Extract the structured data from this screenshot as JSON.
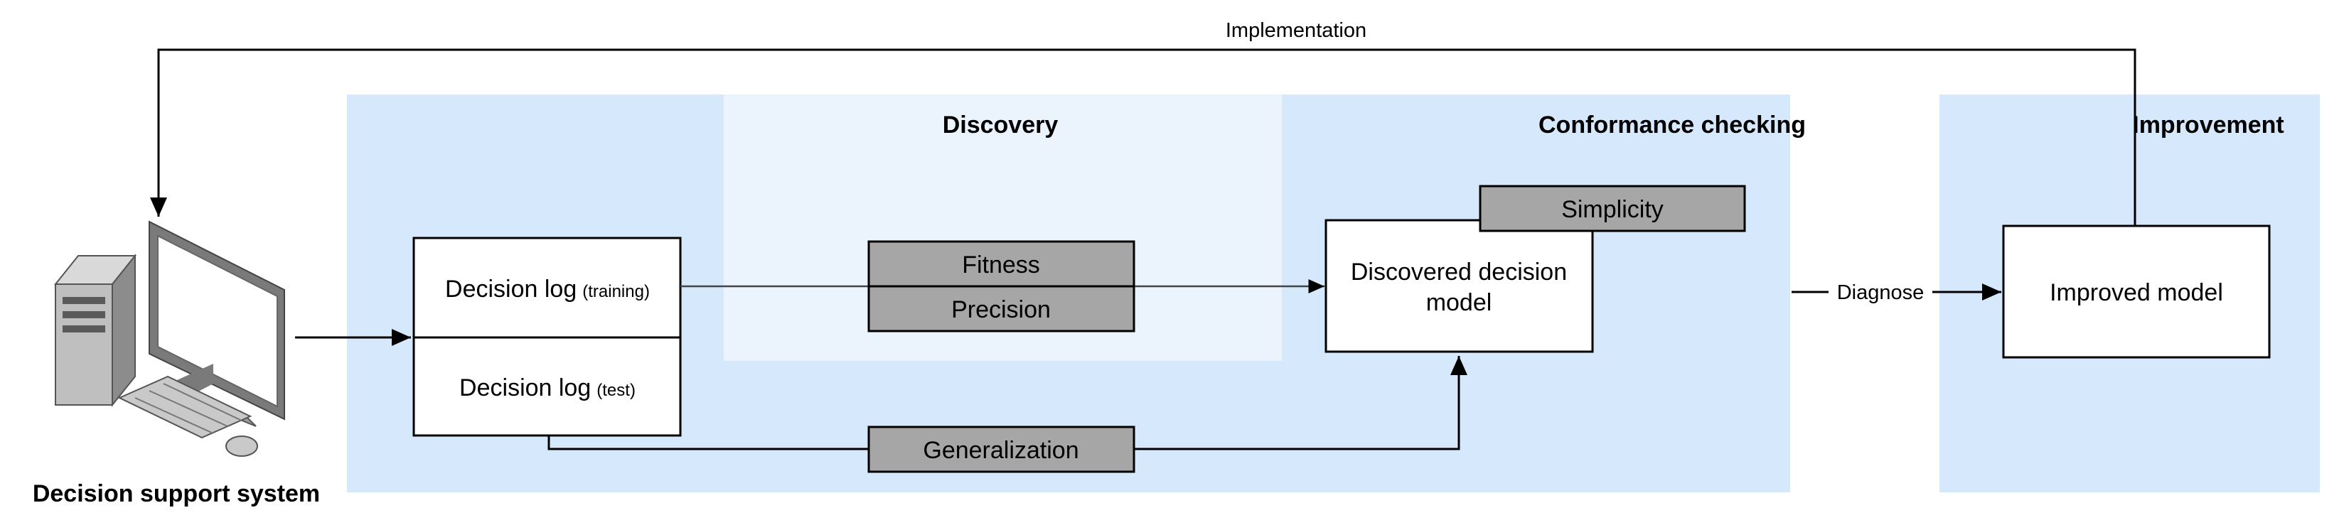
{
  "implementation_label": "Implementation",
  "diagnose_label": "Diagnose",
  "system_label": "Decision support system",
  "regions": {
    "discovery": "Discovery",
    "conformance": "Conformance checking",
    "improvement": "Improvement"
  },
  "logs": {
    "training_main": "Decision log",
    "training_suffix": "(training)",
    "test_main": "Decision log",
    "test_suffix": "(test)"
  },
  "metrics": {
    "fitness": "Fitness",
    "precision": "Precision",
    "simplicity": "Simplicity",
    "generalization": "Generalization"
  },
  "discovered_model": {
    "line1": "Discovered decision",
    "line2": "model"
  },
  "improved_model": "Improved model",
  "colors": {
    "region_fill": "#d6e8fb",
    "discovery_fill": "#ebf3fd",
    "metric_fill": "#a6a6a6"
  }
}
